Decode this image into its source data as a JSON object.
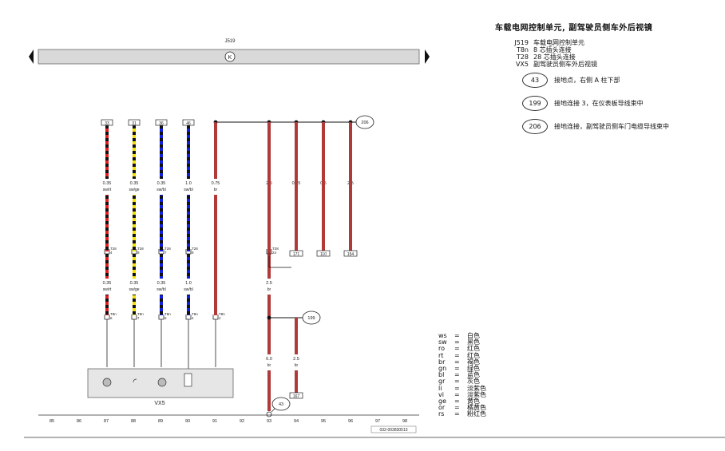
{
  "title": "车载电网控制单元, 副驾驶员侧车外后视镜",
  "module_label": "J519",
  "module_symbol": "K",
  "mirror_label": "VX5",
  "doc_code": "032-003830513",
  "legend_items": [
    {
      "code": "J519",
      "desc": "车载电网控制单元"
    },
    {
      "code": "T8n",
      "desc": "8 芯插头连接"
    },
    {
      "code": "T28",
      "desc": "28 芯插头连接"
    },
    {
      "code": "VX5",
      "desc": "副驾驶员侧车外后视镜"
    }
  ],
  "grounds": [
    {
      "num": "43",
      "desc": "接地点，右侧 A 柱下部"
    },
    {
      "num": "199",
      "desc": "接地连接 3，在仪表板导线束中"
    },
    {
      "num": "206",
      "desc": "接地连接，副驾驶员侧车门电缆导线束中"
    }
  ],
  "color_codes": [
    {
      "code": "ws",
      "eq": "=",
      "name": "白色"
    },
    {
      "code": "sw",
      "eq": "=",
      "name": "黑色"
    },
    {
      "code": "ro",
      "eq": "=",
      "name": "红色"
    },
    {
      "code": "rt",
      "eq": "=",
      "name": "红色"
    },
    {
      "code": "br",
      "eq": "=",
      "name": "褐色"
    },
    {
      "code": "gn",
      "eq": "=",
      "name": "绿色"
    },
    {
      "code": "bl",
      "eq": "=",
      "name": "蓝色"
    },
    {
      "code": "gr",
      "eq": "=",
      "name": "灰色"
    },
    {
      "code": "li",
      "eq": "=",
      "name": "淡紫色"
    },
    {
      "code": "vi",
      "eq": "=",
      "name": "淡紫色"
    },
    {
      "code": "ge",
      "eq": "=",
      "name": "黄色"
    },
    {
      "code": "or",
      "eq": "=",
      "name": "橘黄色"
    },
    {
      "code": "rs",
      "eq": "=",
      "name": "粉红色"
    }
  ],
  "wires": [
    {
      "pin": "33",
      "size1": "0.35",
      "col1": "sw/rt",
      "conn1": "T28",
      "cpin1": "4",
      "size2": "0.35",
      "col2": "sw/rt",
      "conn2": "T8n",
      "cpin2": "6",
      "colors": [
        "#111111",
        "#e02020"
      ]
    },
    {
      "pin": "31",
      "size1": "0.35",
      "col1": "sw/ge",
      "conn1": "T28",
      "cpin1": "8",
      "size2": "0.35",
      "col2": "sw/ge",
      "conn2": "T8n",
      "cpin2": "7",
      "colors": [
        "#111111",
        "#f2e000"
      ]
    },
    {
      "pin": "36",
      "size1": "0.35",
      "col1": "sw/bl",
      "conn1": "T28",
      "cpin1": "7",
      "size2": "0.35",
      "col2": "sw/bl",
      "conn2": "T8n",
      "cpin2": "5",
      "colors": [
        "#111111",
        "#1020e0"
      ]
    },
    {
      "pin": "46",
      "size1": "1.0",
      "col1": "sw/bl",
      "conn1": "T28",
      "cpin1": "9",
      "size2": "1.0",
      "col2": "sw/bl",
      "conn2": "T8n",
      "cpin2": "4",
      "colors": [
        "#111111",
        "#1020e0"
      ]
    },
    {
      "pin": "",
      "size1": "0.75",
      "col1": "br",
      "conn1": "",
      "cpin1": "",
      "size2": "",
      "col2": "",
      "conn2": "T8n",
      "cpin2": "2",
      "colors": [
        "#b03a3a"
      ]
    }
  ],
  "br_branches": [
    {
      "size": "2.5",
      "col": "br",
      "box": ""
    },
    {
      "size": "0.35",
      "col": "br",
      "box": "171"
    },
    {
      "size": "0.5",
      "col": "br",
      "box": "110"
    },
    {
      "size": "2.5",
      "col": "br",
      "box": "154"
    }
  ],
  "main_ground": {
    "conn": "T28",
    "cpin": "24",
    "size_mid": "2.5",
    "col_mid": "br",
    "size_low": "6.0",
    "col_low": "br",
    "branch_size": "2.5",
    "branch_col": "br",
    "branch_box": "167",
    "ground_top": "206",
    "ground_mid": "199",
    "ground_bot": "43"
  },
  "grid": [
    "85",
    "86",
    "87",
    "88",
    "89",
    "90",
    "91",
    "92",
    "93",
    "94",
    "95",
    "96",
    "97",
    "98"
  ]
}
